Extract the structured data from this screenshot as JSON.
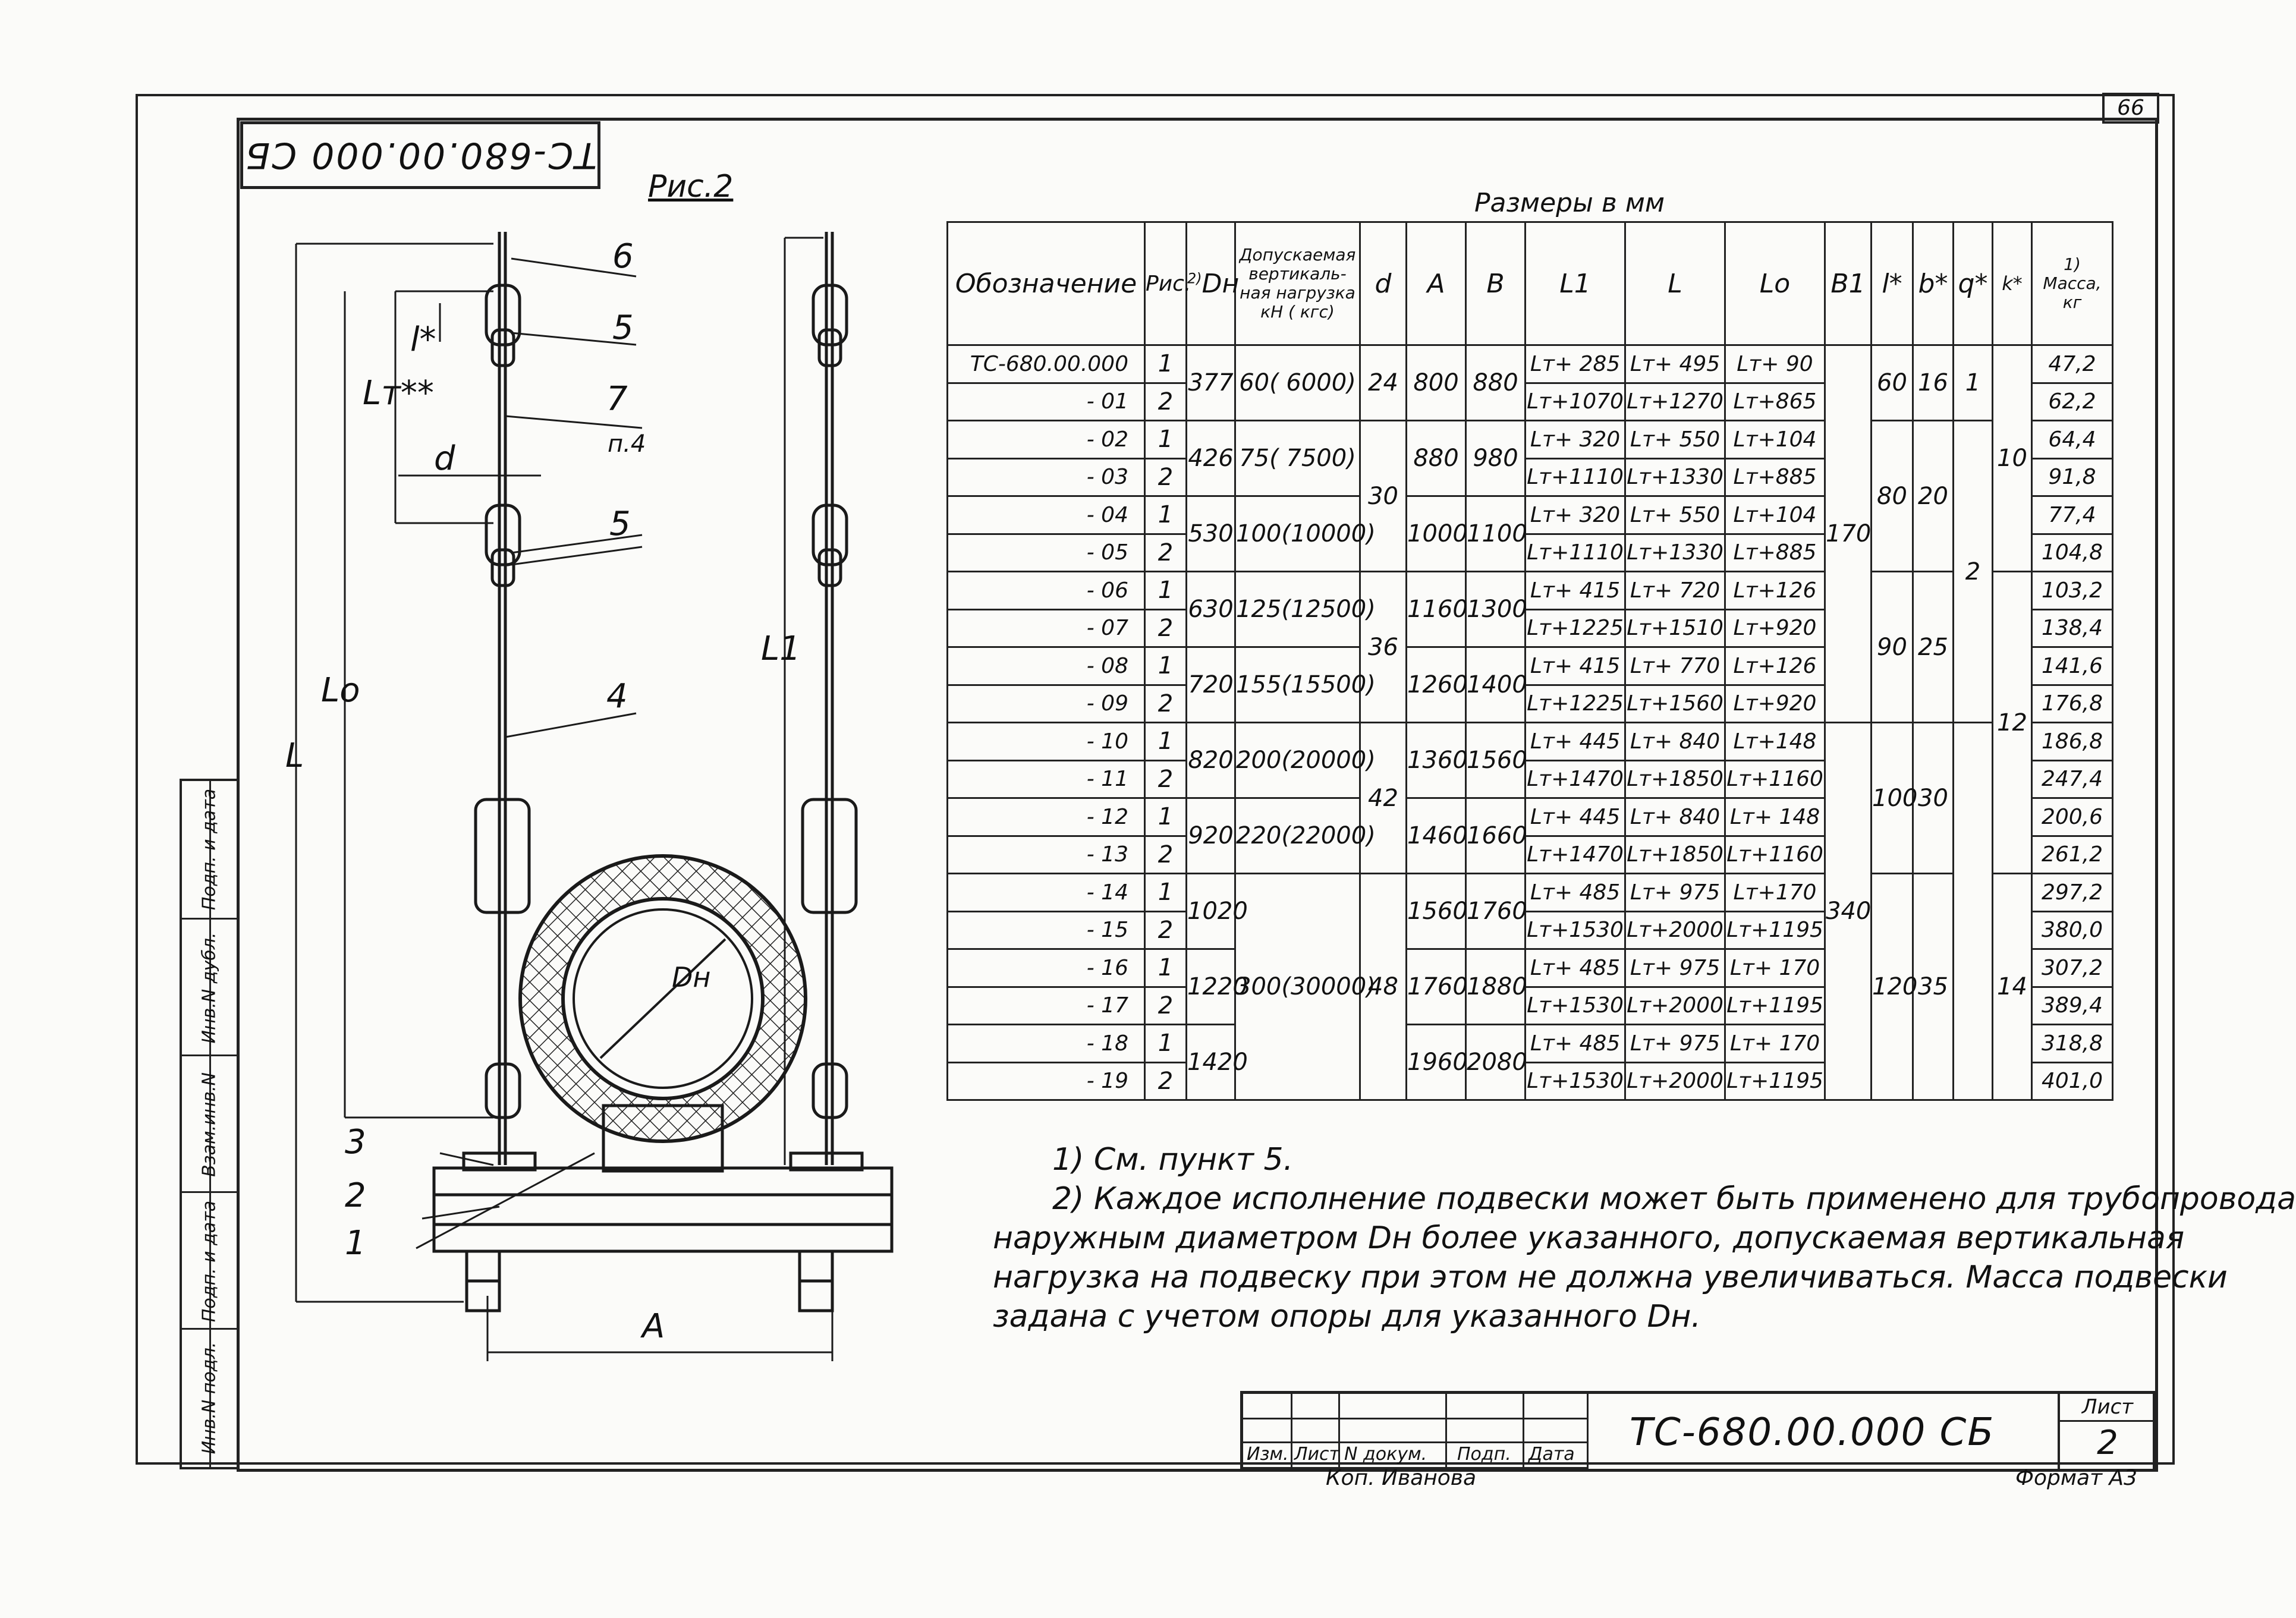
{
  "sheet": {
    "sheet_number": "66",
    "stamp_top": "ТС-680.00.000 СБ",
    "figure_label": "Рис.2",
    "dimensions_caption": "Размеры в мм",
    "side_strip": [
      "Инв.N подл.",
      "Подп. и дата",
      "Взам.инв.N",
      "Инв.N дубл.",
      "Подп. и дата"
    ]
  },
  "drawing": {
    "callouts": [
      "6",
      "5",
      "7",
      "п.4",
      "5",
      "4",
      "3",
      "2",
      "1"
    ],
    "dims": {
      "L": "L",
      "L0": "Lo",
      "L1": "L1",
      "LT": "Lт**",
      "l": "l*",
      "d": "d",
      "A": "A",
      "Dn": "Dн"
    }
  },
  "table": {
    "headers": {
      "designation": "Обозначение",
      "fig": "Рис.",
      "dn": "Dн",
      "dn_sup": "2)",
      "load": "Допускаемая вертикаль-ная нагрузка кН ( кгс)",
      "d": "d",
      "a": "A",
      "b": "B",
      "l1": "L1",
      "l": "L",
      "lo": "Lo",
      "b1": "B1",
      "lstar": "l*",
      "bstar": "b*",
      "qstar": "q*",
      "kstar": "k*",
      "mass_sup": "1)",
      "mass": "Масса, кг"
    },
    "rows": [
      {
        "des": "ТС-680.00.000",
        "fig": "1",
        "l1": "Lт+ 285",
        "l": "Lт+ 495",
        "lo": "Lт+ 90",
        "mass": "47,2"
      },
      {
        "des": "- 01",
        "fig": "2",
        "l1": "Lт+1070",
        "l": "Lт+1270",
        "lo": "Lт+865",
        "mass": "62,2"
      },
      {
        "des": "- 02",
        "fig": "1",
        "l1": "Lт+ 320",
        "l": "Lт+ 550",
        "lo": "Lт+104",
        "mass": "64,4"
      },
      {
        "des": "- 03",
        "fig": "2",
        "l1": "Lт+1110",
        "l": "Lт+1330",
        "lo": "Lт+885",
        "mass": "91,8"
      },
      {
        "des": "- 04",
        "fig": "1",
        "l1": "Lт+ 320",
        "l": "Lт+ 550",
        "lo": "Lт+104",
        "mass": "77,4"
      },
      {
        "des": "- 05",
        "fig": "2",
        "l1": "Lт+1110",
        "l": "Lт+1330",
        "lo": "Lт+885",
        "mass": "104,8"
      },
      {
        "des": "- 06",
        "fig": "1",
        "l1": "Lт+ 415",
        "l": "Lт+ 720",
        "lo": "Lт+126",
        "mass": "103,2"
      },
      {
        "des": "- 07",
        "fig": "2",
        "l1": "Lт+1225",
        "l": "Lт+1510",
        "lo": "Lт+920",
        "mass": "138,4"
      },
      {
        "des": "- 08",
        "fig": "1",
        "l1": "Lт+ 415",
        "l": "Lт+ 770",
        "lo": "Lт+126",
        "mass": "141,6"
      },
      {
        "des": "- 09",
        "fig": "2",
        "l1": "Lт+1225",
        "l": "Lт+1560",
        "lo": "Lт+920",
        "mass": "176,8"
      },
      {
        "des": "- 10",
        "fig": "1",
        "l1": "Lт+ 445",
        "l": "Lт+ 840",
        "lo": "Lт+148",
        "mass": "186,8"
      },
      {
        "des": "- 11",
        "fig": "2",
        "l1": "Lт+1470",
        "l": "Lт+1850",
        "lo": "Lт+1160",
        "mass": "247,4"
      },
      {
        "des": "- 12",
        "fig": "1",
        "l1": "Lт+ 445",
        "l": "Lт+ 840",
        "lo": "Lт+ 148",
        "mass": "200,6"
      },
      {
        "des": "- 13",
        "fig": "2",
        "l1": "Lт+1470",
        "l": "Lт+1850",
        "lo": "Lт+1160",
        "mass": "261,2"
      },
      {
        "des": "- 14",
        "fig": "1",
        "l1": "Lт+ 485",
        "l": "Lт+ 975",
        "lo": "Lт+170",
        "mass": "297,2"
      },
      {
        "des": "- 15",
        "fig": "2",
        "l1": "Lт+1530",
        "l": "Lт+2000",
        "lo": "Lт+1195",
        "mass": "380,0"
      },
      {
        "des": "- 16",
        "fig": "1",
        "l1": "Lт+ 485",
        "l": "Lт+ 975",
        "lo": "Lт+ 170",
        "mass": "307,2"
      },
      {
        "des": "- 17",
        "fig": "2",
        "l1": "Lт+1530",
        "l": "Lт+2000",
        "lo": "Lт+1195",
        "mass": "389,4"
      },
      {
        "des": "- 18",
        "fig": "1",
        "l1": "Lт+ 485",
        "l": "Lт+ 975",
        "lo": "Lт+ 170",
        "mass": "318,8"
      },
      {
        "des": "- 19",
        "fig": "2",
        "l1": "Lт+1530",
        "l": "Lт+2000",
        "lo": "Lт+1195",
        "mass": "401,0"
      }
    ],
    "groups": {
      "dn": [
        "377",
        "426",
        "530",
        "630",
        "720",
        "820",
        "920",
        "1020",
        "1220",
        "1420"
      ],
      "load": [
        "60( 6000)",
        "75( 7500)",
        "100(10000)",
        "125(12500)",
        "155(15500)",
        "200(20000)",
        "220(22000)",
        "300(30000)"
      ],
      "d": [
        "24",
        "30",
        "36",
        "42",
        "48"
      ],
      "a": [
        "800",
        "880",
        "1000",
        "1160",
        "1260",
        "1360",
        "1460",
        "1560",
        "1760",
        "1960"
      ],
      "b": [
        "880",
        "980",
        "1100",
        "1300",
        "1400",
        "1560",
        "1660",
        "1760",
        "1880",
        "2080"
      ],
      "b1": [
        "170",
        "340"
      ],
      "lstar": [
        "60",
        "80",
        "90",
        "100",
        "120"
      ],
      "bstar": [
        "16",
        "20",
        "25",
        "30",
        "35"
      ],
      "qstar": [
        "1",
        "2"
      ],
      "kstar": [
        "10",
        "12",
        "14"
      ]
    }
  },
  "notes": [
    "1) См. пункт 5.",
    "2) Каждое исполнение подвески может быть применено для трубопровода",
    "наружным диаметром Dн более указанного, допускаемая вертикальная",
    "нагрузка на подвеску при этом не должна увеличиваться. Масса подвески",
    "задана с учетом опоры для указанного Dн."
  ],
  "title_block": {
    "headers": [
      "Изм.",
      "Лист",
      "N докум.",
      "Подп.",
      "Дата"
    ],
    "code": "ТС-680.00.000 СБ",
    "sheet_label": "Лист",
    "sheet_value": "2",
    "copied_by": "Коп. Иванова",
    "format": "Формат А3"
  }
}
